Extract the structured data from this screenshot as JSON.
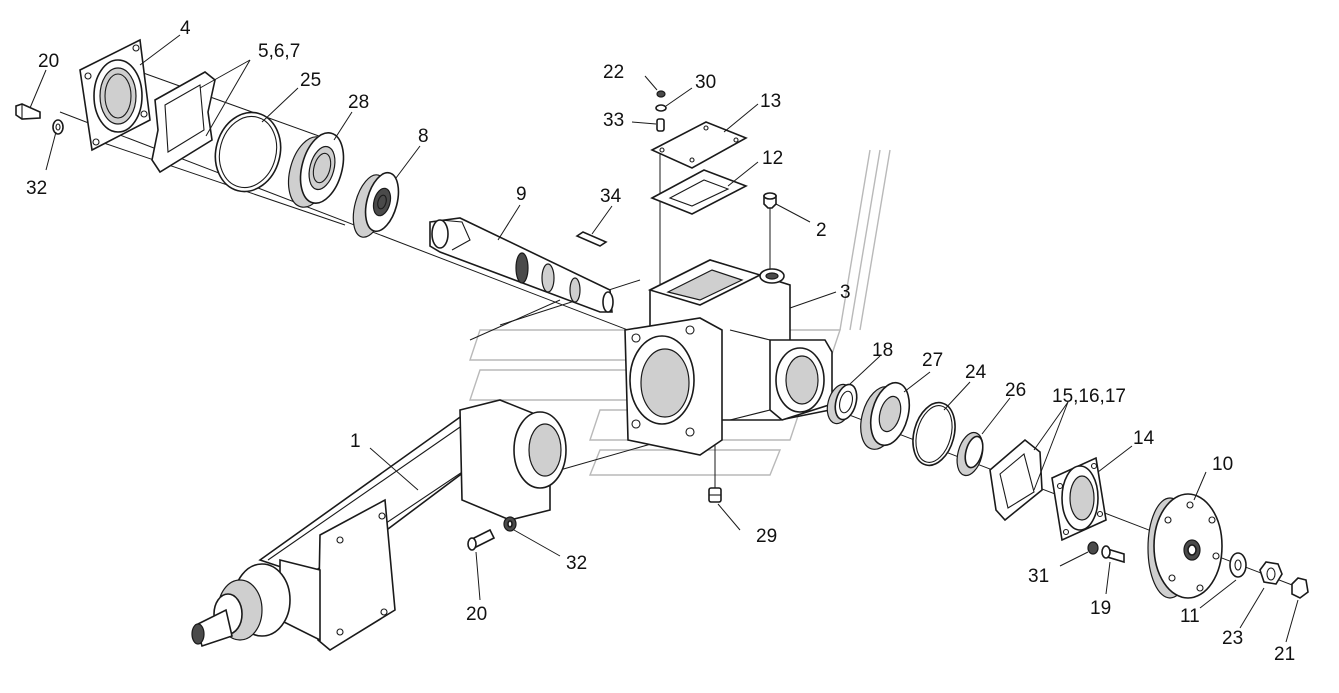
{
  "labels": {
    "l1": "1",
    "l2": "2",
    "l3": "3",
    "l4": "4",
    "l5": "5,6,7",
    "l8": "8",
    "l9": "9",
    "l10": "10",
    "l11": "11",
    "l12": "12",
    "l13": "13",
    "l14": "14",
    "l15": "15,16,17",
    "l18": "18",
    "l19": "19",
    "l20a": "20",
    "l20b": "20",
    "l21": "21",
    "l22": "22",
    "l23": "23",
    "l24": "24",
    "l25": "25",
    "l26": "26",
    "l27": "27",
    "l28": "28",
    "l29": "29",
    "l30": "30",
    "l31": "31",
    "l32a": "32",
    "l32b": "32",
    "l33": "33",
    "l34": "34"
  },
  "colors": {
    "line": "#1a1a1a",
    "watermark": "#b9b9b9",
    "background": "#ffffff"
  }
}
